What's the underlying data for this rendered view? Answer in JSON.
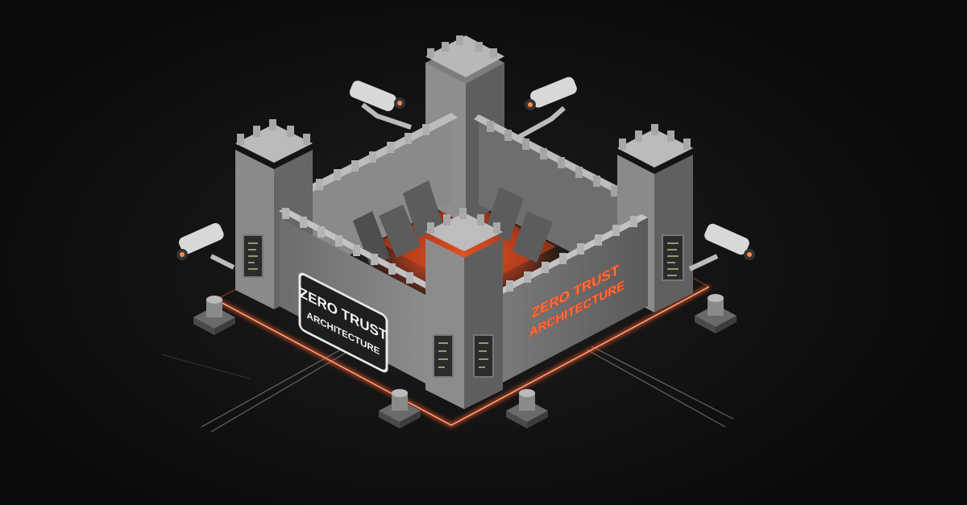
{
  "sign_front_left": {
    "line1": "ZERO TRUST",
    "line2": "ARCHITECTURE"
  },
  "sign_front_right": {
    "line1": "ZERO TRUST",
    "line2": "ARCHITECTURE"
  },
  "colors": {
    "background": "#0c0c0c",
    "accent": "#ff5a2a",
    "wall": "#8a8a8a",
    "wall_dark": "#5e5e5e",
    "wall_light": "#b4b4b4"
  },
  "icons": [
    "security-camera-icon",
    "castle-tower-icon",
    "server-panel-icon",
    "bollard-icon"
  ]
}
